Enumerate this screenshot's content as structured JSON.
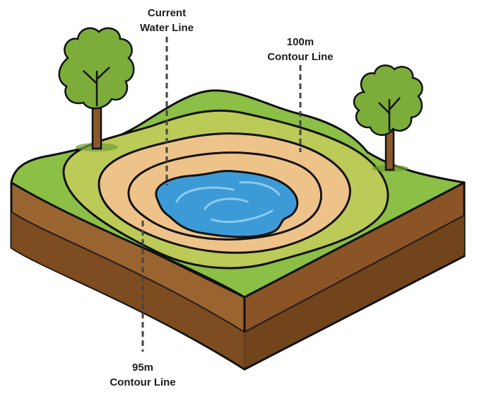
{
  "labels": {
    "current_water_line": [
      "Current",
      "Water Line"
    ],
    "contour_100m": [
      "100m",
      "Contour Line"
    ],
    "contour_95m": [
      "95m",
      "Contour Line"
    ]
  },
  "colors": {
    "grass": "#8cbf45",
    "grass_light": "#bcca58",
    "sand": "#eec38a",
    "water": "#3c9bd6",
    "soil_top": "#9a6430",
    "soil_bottom": "#7a4a20",
    "tree_leaf": "#7cad3a",
    "trunk": "#8b5a2b",
    "outline": "#111111"
  }
}
